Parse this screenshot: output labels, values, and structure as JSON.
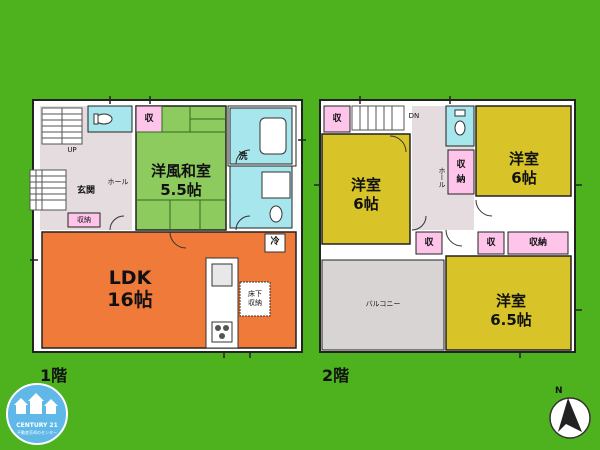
{
  "floors": [
    {
      "name": "1階"
    },
    {
      "name": "2階"
    }
  ],
  "rooms_floor1": {
    "wayoushitsu_name": "洋風和室",
    "wayoushitsu_size": "5.5帖",
    "ldk_name": "LDK",
    "ldk_size": "16帖",
    "genkan": "玄関",
    "hall": "ホール",
    "up": "UP",
    "storage_genkan": "収納",
    "storage_top": "収",
    "wash": "洗",
    "fridge": "冷",
    "underfloor_line1": "床下",
    "underfloor_line2": "収納"
  },
  "rooms_floor2": {
    "left_room_name": "洋室",
    "left_room_size": "6帖",
    "right_room_name": "洋室",
    "right_room_size": "6帖",
    "bottom_room_name": "洋室",
    "bottom_room_size": "6.5帖",
    "balcony": "バルコニー",
    "hall": "ホール",
    "dn": "DN",
    "storage_top_left": "収",
    "storage_mid_1": "収",
    "storage_mid_2": "納",
    "storage_left_small": "収",
    "storage_right_small": "収",
    "storage_right_wide": "収納"
  },
  "logo": {
    "brand": "CENTURY 21",
    "sub": "不動産売却のセンター"
  },
  "compass": {
    "label": "N"
  },
  "colors": {
    "background": "#4db21e",
    "ldk": "#f07a3a",
    "western_room": "#d8c428",
    "japanese_room": "#8ecb5e",
    "wet_area": "#a8e6ee",
    "hall": "#e4dcde",
    "balcony": "#d8d4d4",
    "storage": "#ffc4ea",
    "wall": "#222222"
  }
}
